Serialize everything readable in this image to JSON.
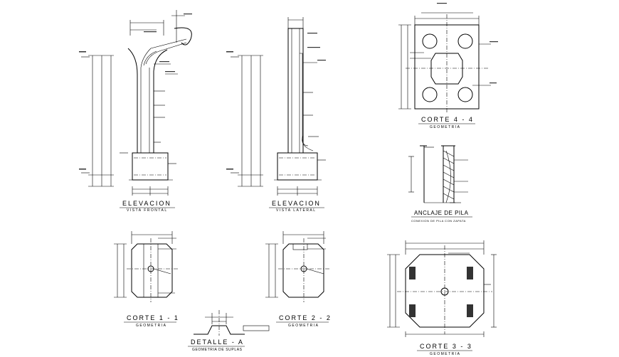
{
  "drawings": {
    "elevacion_frontal": {
      "title": "ELEVACION",
      "subtitle": "VISTA FRONTAL"
    },
    "elevacion_lateral": {
      "title": "ELEVACION",
      "subtitle": "VISTA LATERAL"
    },
    "corte_4_4": {
      "title": "CORTE 4 - 4",
      "subtitle": "GEOMETRIA"
    },
    "anclaje_pila": {
      "title": "ANCLAJE DE PILA",
      "subtitle": "CONEXION DE PILA CON ZAPATA"
    },
    "corte_1_1": {
      "title": "CORTE 1 - 1",
      "subtitle": "GEOMETRIA"
    },
    "corte_2_2": {
      "title": "CORTE 2 - 2",
      "subtitle": "GEOMETRIA"
    },
    "detalle_a": {
      "title": "DETALLE - A",
      "subtitle": "GEOMETRIA DE SUPLAS"
    },
    "corte_3_3": {
      "title": "CORTE 3 - 3",
      "subtitle": "GEOMETRIA"
    }
  }
}
